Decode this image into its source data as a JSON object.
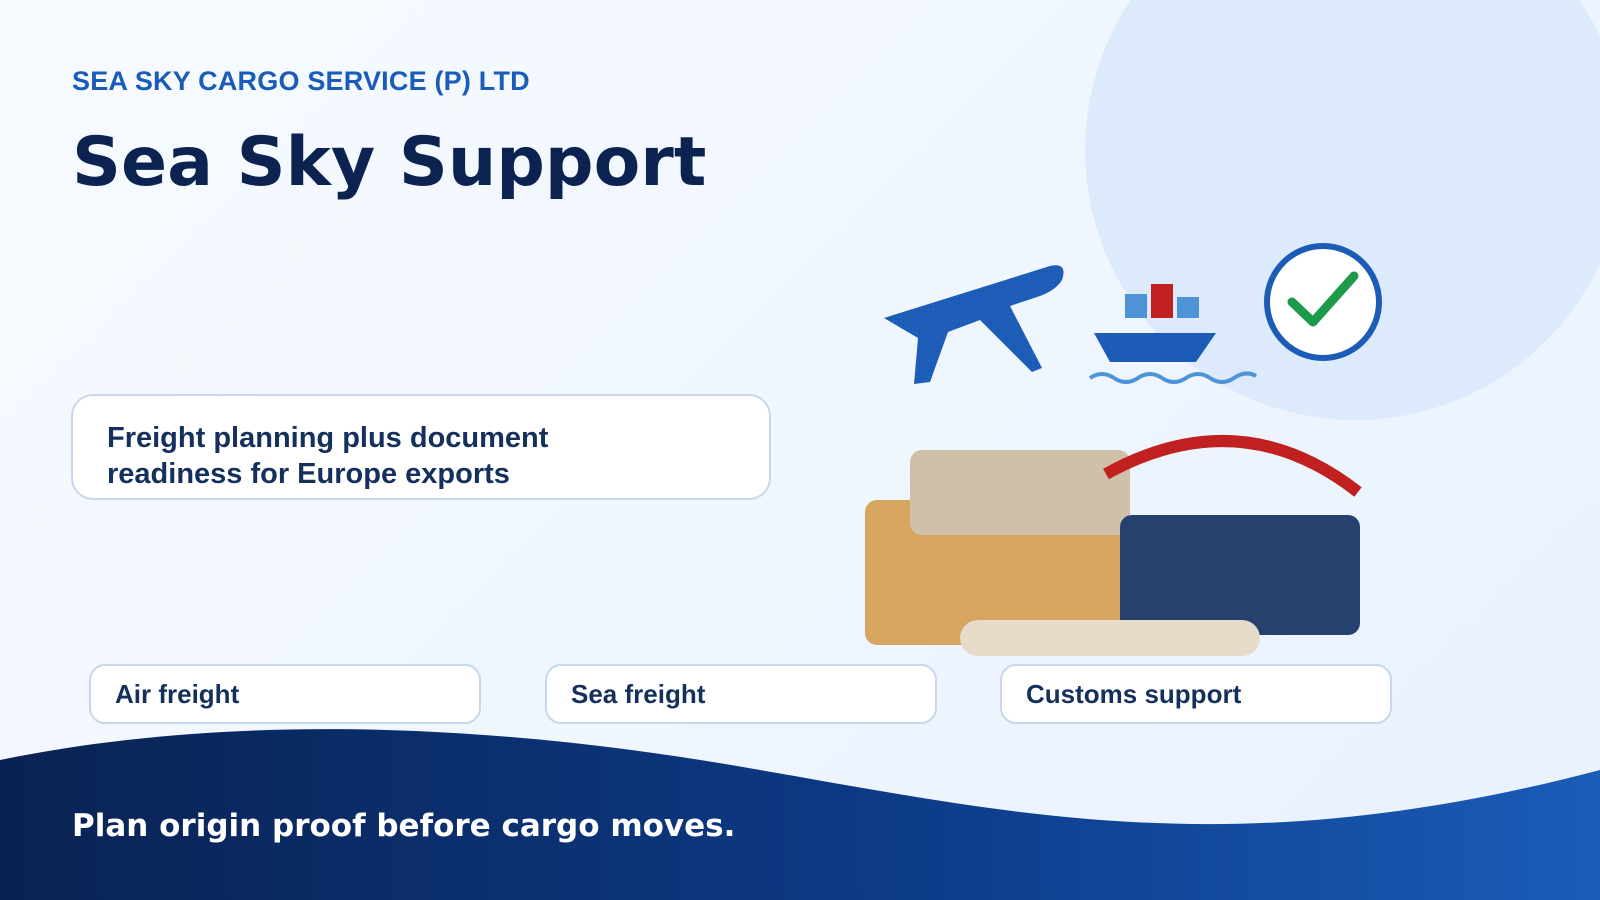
{
  "header": {
    "brand": "SEA SKY CARGO SERVICE (P) LTD",
    "title": "Sea Sky Support"
  },
  "description": {
    "text": "Freight planning plus document readiness for Europe exports"
  },
  "services": [
    {
      "label": "Air freight"
    },
    {
      "label": "Sea freight"
    },
    {
      "label": "Customs support"
    }
  ],
  "footer": {
    "tagline": "Plan origin proof before cargo moves."
  },
  "icons": {
    "plane": "airplane-icon",
    "ship": "cargo-ship-icon",
    "check": "checkmark-circle-icon",
    "boxes": "cargo-stack-illustration"
  },
  "colors": {
    "brand_blue": "#1a5cb8",
    "navy": "#0c2352",
    "accent_red": "#c0201f",
    "check_green": "#1d9a4a"
  }
}
